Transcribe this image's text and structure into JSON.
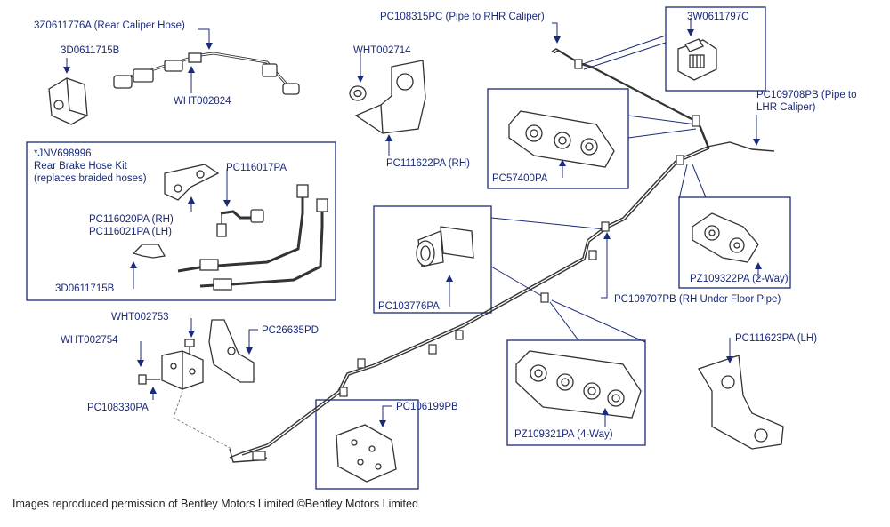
{
  "diagram_title": "",
  "parts": {
    "rear_caliper_hose": "3Z0611776A (Rear Caliper Hose)",
    "clip_3d_top": "3D0611715B",
    "wht002824": "WHT002824",
    "wht002714": "WHT002714",
    "pc111622pa": "PC111622PA (RH)",
    "pc108315pc": "PC108315PC (Pipe to RHR Caliper)",
    "w3_0611797c": "3W0611797C",
    "pc109708pb": "PC109708PB (Pipe to\nLHR Caliper)",
    "pc57400pa": "PC57400PA",
    "kit_title": "*JNV698996\nRear Brake Hose Kit\n(replaces braided hoses)",
    "pc116017pa": "PC116017PA",
    "pc116020pa": "PC116020PA (RH)",
    "pc116021pa": "PC116021PA (LH)",
    "clip_3d_bottom": "3D0611715B",
    "pc103776pa": "PC103776PA",
    "pz109322pa": "PZ109322PA (2-Way)",
    "pc109707pb": "PC109707PB (RH Under Floor Pipe)",
    "wht002753": "WHT002753",
    "wht002754": "WHT002754",
    "pc26635pd": "PC26635PD",
    "pc108330pa": "PC108330PA",
    "pc106199pb": "PC106199PB",
    "pz109321pa": "PZ109321PA (4-Way)",
    "pc111623pa": "PC111623PA (LH)"
  },
  "footer": "Images reproduced permission of Bentley Motors Limited ©Bentley Motors Limited",
  "colors": {
    "label": "#1a2a7a",
    "box_border": "#1a2a7a",
    "arrow": "#1a2a7a",
    "drawing": "#333333",
    "footer_text": "#222222"
  }
}
